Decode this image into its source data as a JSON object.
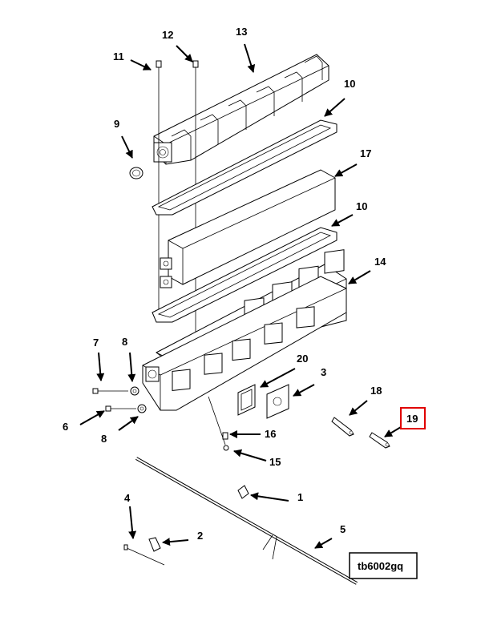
{
  "figure_code": "tb6002gq",
  "highlighted_callout": "19",
  "callouts": {
    "c1": "1",
    "c2": "2",
    "c3": "3",
    "c4": "4",
    "c5": "5",
    "c6": "6",
    "c7": "7",
    "c8a": "8",
    "c8b": "8",
    "c9": "9",
    "c10a": "10",
    "c10b": "10",
    "c11": "11",
    "c12": "12",
    "c13": "13",
    "c14": "14",
    "c15": "15",
    "c16": "16",
    "c17": "17",
    "c18": "18",
    "c19": "19",
    "c20": "20"
  },
  "colors": {
    "line": "#000000",
    "highlight": "#e00000",
    "background": "#ffffff"
  }
}
